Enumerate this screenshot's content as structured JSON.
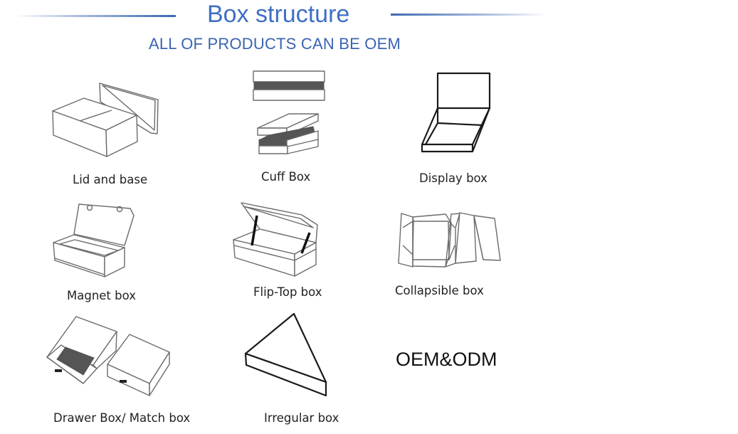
{
  "header": {
    "title": "Box structure",
    "subtitle": "ALL OF PRODUCTS CAN BE OEM",
    "accent_color": "#3f6fc4"
  },
  "box_types": [
    {
      "label": "Lid and base",
      "icon": "lid-and-base-box-illustration"
    },
    {
      "label": "Cuff Box",
      "icon": "cuff-box-illustration"
    },
    {
      "label": "Display box",
      "icon": "display-box-illustration"
    },
    {
      "label": "Magnet box",
      "icon": "magnet-box-illustration"
    },
    {
      "label": "Flip-Top box",
      "icon": "flip-top-box-illustration"
    },
    {
      "label": "Collapsible box",
      "icon": "collapsible-box-illustration"
    },
    {
      "label": "Drawer Box/ Match box",
      "icon": "drawer-box-illustration"
    },
    {
      "label": "Irregular box",
      "icon": "irregular-box-illustration"
    }
  ],
  "footer_note": "OEM&ODM"
}
